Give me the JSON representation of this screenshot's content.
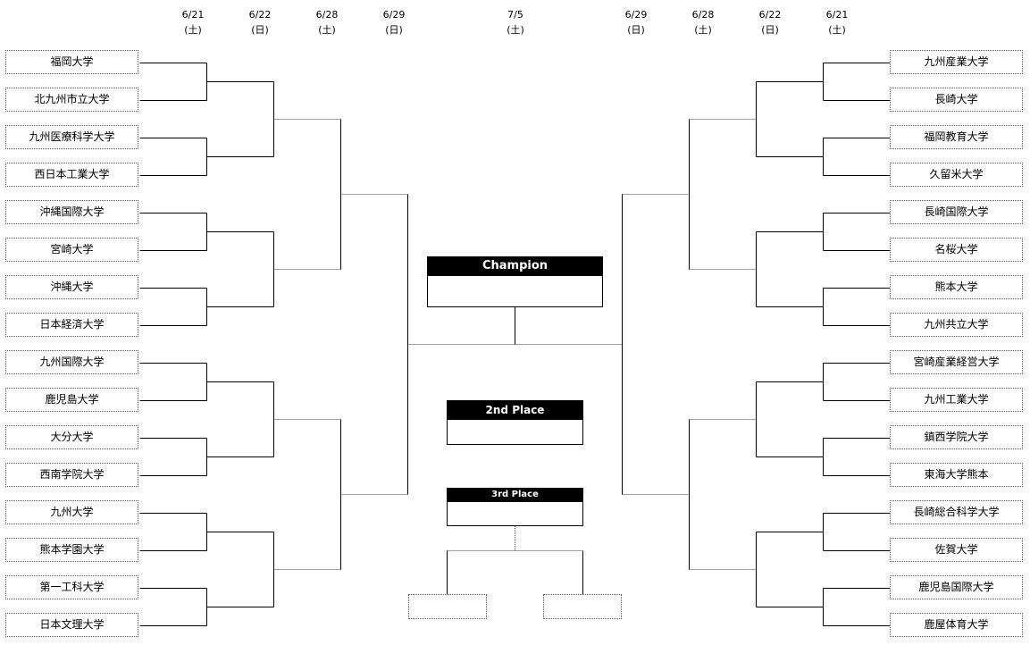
{
  "dates": {
    "left": [
      {
        "date": "6/21",
        "day": "(土)"
      },
      {
        "date": "6/22",
        "day": "(日)"
      },
      {
        "date": "6/28",
        "day": "(土)"
      },
      {
        "date": "6/29",
        "day": "(日)"
      }
    ],
    "center": {
      "date": "7/5",
      "day": "(土)"
    },
    "right": [
      {
        "date": "6/29",
        "day": "(日)"
      },
      {
        "date": "6/28",
        "day": "(土)"
      },
      {
        "date": "6/22",
        "day": "(日)"
      },
      {
        "date": "6/21",
        "day": "(土)"
      }
    ]
  },
  "left_teams": [
    "福岡大学",
    "北九州市立大学",
    "九州医療科学大学",
    "西日本工業大学",
    "沖縄国際大学",
    "宮崎大学",
    "沖縄大学",
    "日本経済大学",
    "九州国際大学",
    "鹿児島大学",
    "大分大学",
    "西南学院大学",
    "九州大学",
    "熊本学園大学",
    "第一工科大学",
    "日本文理大学"
  ],
  "right_teams": [
    "九州産業大学",
    "長崎大学",
    "福岡教育大学",
    "久留米大学",
    "長崎国際大学",
    "名桜大学",
    "熊本大学",
    "九州共立大学",
    "宮崎産業経営大学",
    "九州工業大学",
    "鎮西学院大学",
    "東海大学熊本",
    "長崎総合科学大学",
    "佐賀大学",
    "鹿児島国際大学",
    "鹿屋体育大学"
  ],
  "placements": {
    "champion": "Champion",
    "second": "2nd Place",
    "third": "3rd Place"
  },
  "colors": {
    "header_bg": "#000000",
    "header_text": "#ffffff",
    "line": "#000000"
  }
}
